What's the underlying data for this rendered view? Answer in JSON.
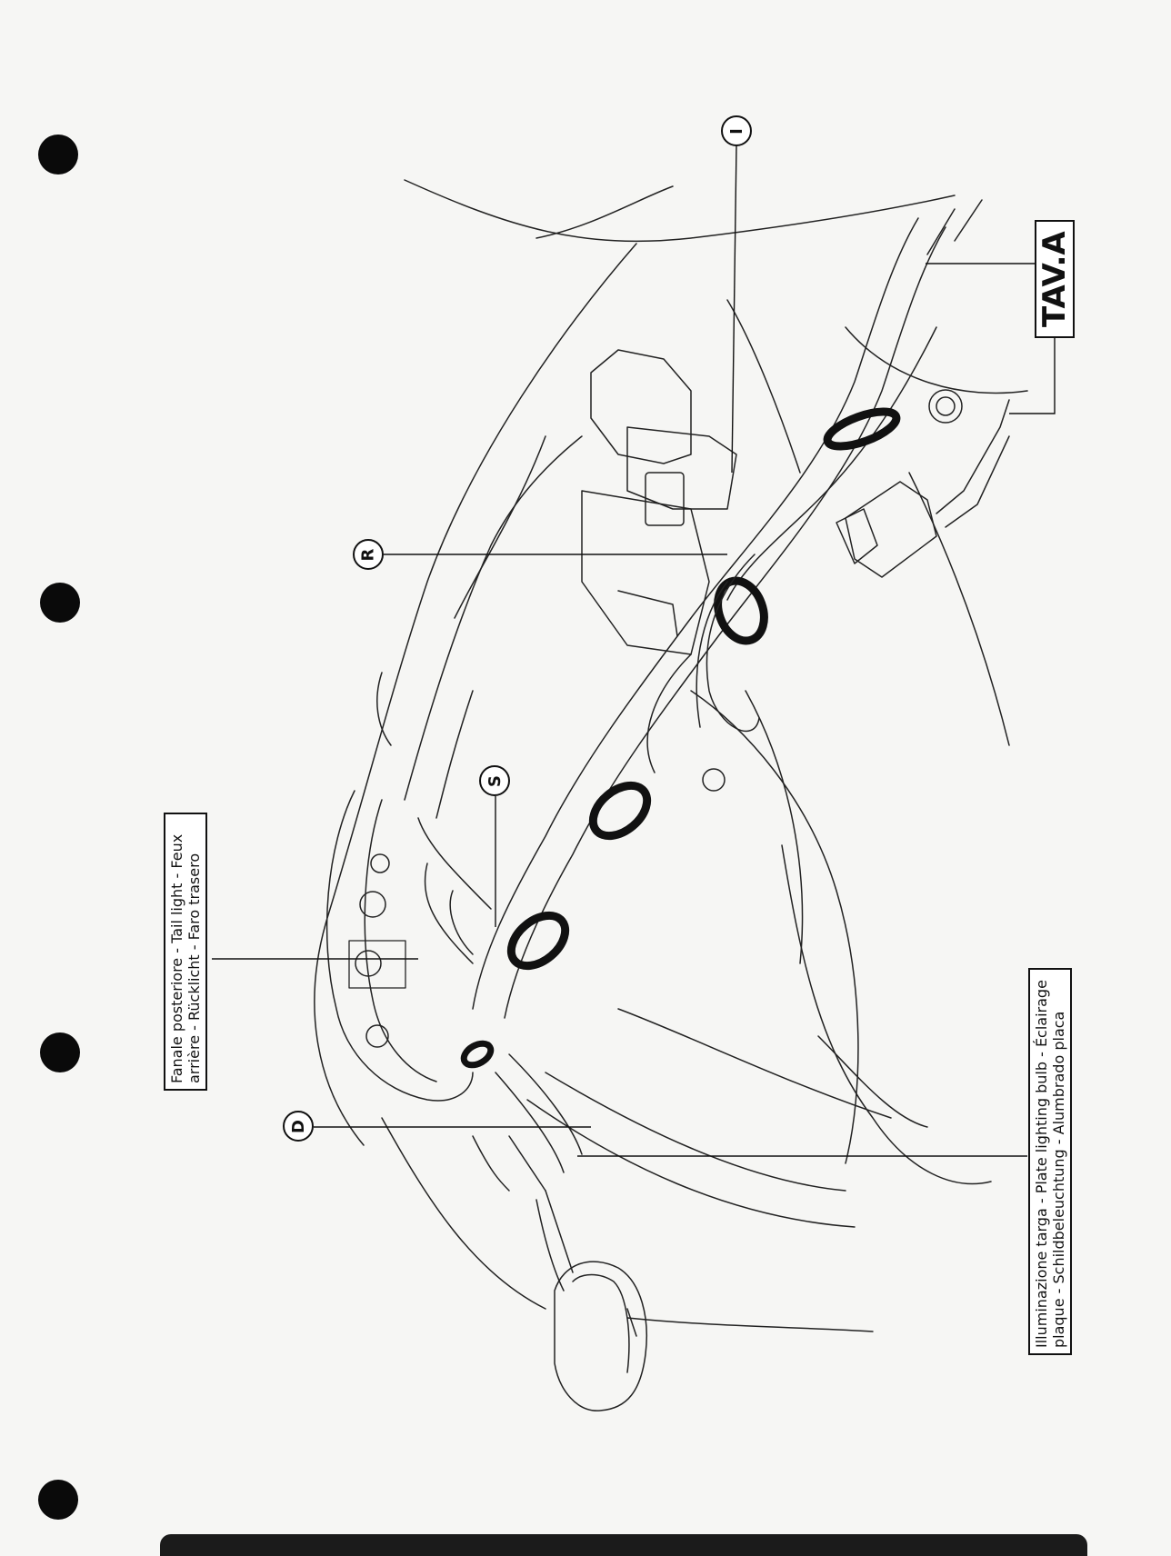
{
  "labels": {
    "tail_light": {
      "line1": "Fanale posteriore - Tail light - Feux",
      "line2": "arrière - Rücklicht - Faro trasero"
    },
    "plate_light": {
      "line1": "Illuminazione targa - Plate lighting bulb - Éclairage",
      "line2": "plaque - Schildbeleuchtung - Alumbrado placa"
    },
    "tav": "TAV.A"
  },
  "callouts": {
    "i": "I",
    "r": "R",
    "s": "S",
    "d": "D"
  }
}
